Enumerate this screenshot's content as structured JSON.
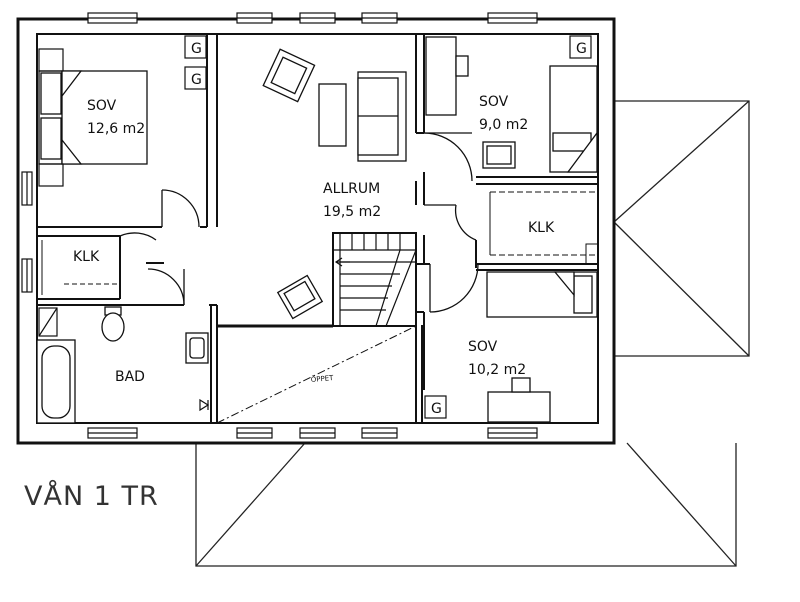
{
  "plan_title": "VÅN 1 TR",
  "rooms": {
    "sov1": {
      "name": "SOV",
      "area": "12,6 m2"
    },
    "allrum": {
      "name": "ALLRUM",
      "area": "19,5 m2"
    },
    "sov2": {
      "name": "SOV",
      "area": "9,0 m2"
    },
    "klk_right": {
      "name": "KLK"
    },
    "klk_left": {
      "name": "KLK"
    },
    "bad": {
      "name": "BAD"
    },
    "sov3": {
      "name": "SOV",
      "area": "10,2 m2"
    }
  },
  "opening_label": "ÖPPET",
  "g_marker": "G"
}
